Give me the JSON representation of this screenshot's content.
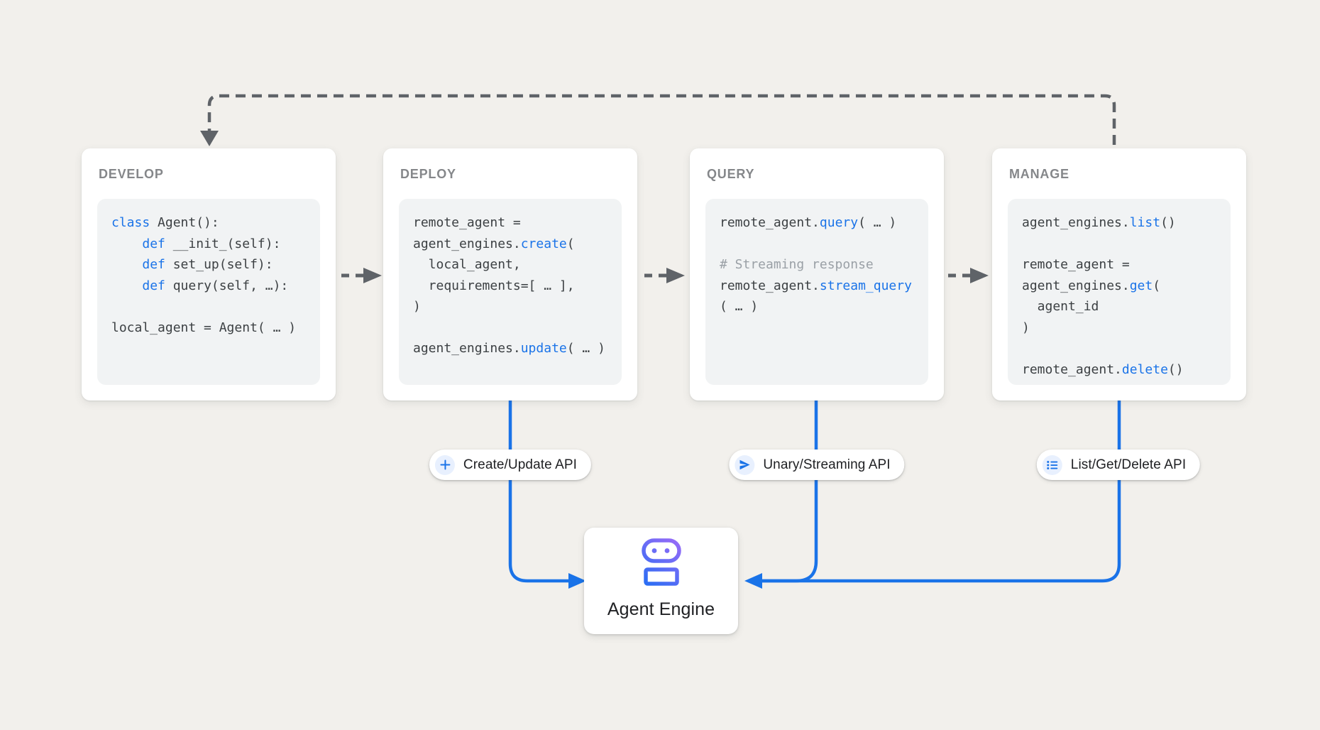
{
  "colors": {
    "background": "#f2f0ec",
    "card_background": "#ffffff",
    "code_background": "#f1f3f4",
    "card_title_gray": "#85878a",
    "code_text": "#3c4043",
    "code_keyword_blue": "#1a73e8",
    "code_comment_gray": "#9aa0a6",
    "connector_gray": "#5f6368",
    "connector_blue": "#1a73e8",
    "pill_icon_circle": "#e8f0fe",
    "robot_gradient_purple": "#a06af8",
    "robot_gradient_blue": "#1b6ef3"
  },
  "cards": [
    {
      "title": "DEVELOP",
      "code": [
        [
          {
            "t": "class ",
            "s": "kw"
          },
          {
            "t": "Agent():",
            "s": "pl"
          }
        ],
        [
          {
            "t": "    ",
            "s": "pl"
          },
          {
            "t": "def ",
            "s": "kw"
          },
          {
            "t": "__init_(self):",
            "s": "pl"
          }
        ],
        [
          {
            "t": "    ",
            "s": "pl"
          },
          {
            "t": "def ",
            "s": "kw"
          },
          {
            "t": "set_up(self):",
            "s": "pl"
          }
        ],
        [
          {
            "t": "    ",
            "s": "pl"
          },
          {
            "t": "def ",
            "s": "kw"
          },
          {
            "t": "query(self, …):",
            "s": "pl"
          }
        ],
        [],
        [
          {
            "t": "local_agent = Agent( … )",
            "s": "pl"
          }
        ]
      ]
    },
    {
      "title": "DEPLOY",
      "code": [
        [
          {
            "t": "remote_agent =",
            "s": "pl"
          }
        ],
        [
          {
            "t": "agent_engines.",
            "s": "pl"
          },
          {
            "t": "create",
            "s": "kw"
          },
          {
            "t": "(",
            "s": "pl"
          }
        ],
        [
          {
            "t": "  local_agent,",
            "s": "pl"
          }
        ],
        [
          {
            "t": "  requirements=[ … ],",
            "s": "pl"
          }
        ],
        [
          {
            "t": ")",
            "s": "pl"
          }
        ],
        [],
        [
          {
            "t": "agent_engines.",
            "s": "pl"
          },
          {
            "t": "update",
            "s": "kw"
          },
          {
            "t": "( … )",
            "s": "pl"
          }
        ]
      ]
    },
    {
      "title": "QUERY",
      "code": [
        [
          {
            "t": "remote_agent.",
            "s": "pl"
          },
          {
            "t": "query",
            "s": "kw"
          },
          {
            "t": "( … )",
            "s": "pl"
          }
        ],
        [],
        [
          {
            "t": "# Streaming response",
            "s": "cm"
          }
        ],
        [
          {
            "t": "remote_agent.",
            "s": "pl"
          },
          {
            "t": "stream_query",
            "s": "kw"
          }
        ],
        [
          {
            "t": "( … )",
            "s": "pl"
          }
        ]
      ]
    },
    {
      "title": "MANAGE",
      "code": [
        [
          {
            "t": "agent_engines.",
            "s": "pl"
          },
          {
            "t": "list",
            "s": "kw"
          },
          {
            "t": "()",
            "s": "pl"
          }
        ],
        [],
        [
          {
            "t": "remote_agent =",
            "s": "pl"
          }
        ],
        [
          {
            "t": "agent_engines.",
            "s": "pl"
          },
          {
            "t": "get",
            "s": "kw"
          },
          {
            "t": "(",
            "s": "pl"
          }
        ],
        [
          {
            "t": "  agent_id",
            "s": "pl"
          }
        ],
        [
          {
            "t": ")",
            "s": "pl"
          }
        ],
        [],
        [
          {
            "t": "remote_agent.",
            "s": "pl"
          },
          {
            "t": "delete",
            "s": "kw"
          },
          {
            "t": "()",
            "s": "pl"
          }
        ]
      ]
    }
  ],
  "pills": [
    {
      "label": "Create/Update API",
      "icon": "plus-icon"
    },
    {
      "label": "Unary/Streaming API",
      "icon": "send-icon"
    },
    {
      "label": "List/Get/Delete API",
      "icon": "list-icon"
    }
  ],
  "engine": {
    "label": "Agent Engine",
    "icon": "robot-icon"
  }
}
